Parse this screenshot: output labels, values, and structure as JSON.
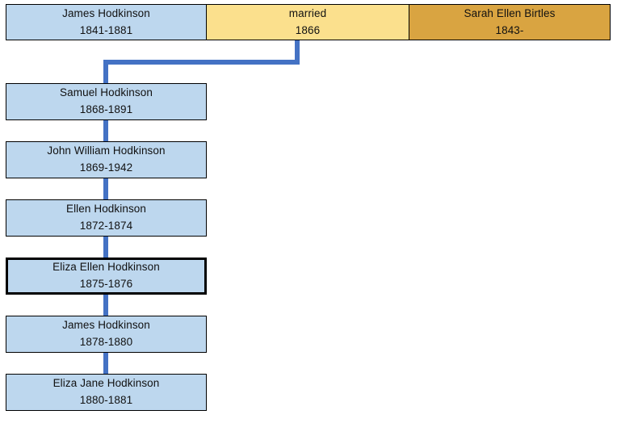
{
  "chart": {
    "type": "genealogy-family-tree",
    "surname_family": "Hodkinson",
    "focus_person": "Eliza Ellen Hodkinson",
    "colors": {
      "person_blue": "#BDD7EE",
      "marriage_yellow": "#FBE08D",
      "spouse_orange": "#D9A441",
      "connector_blue": "#4472C4",
      "border_black": "#000000"
    }
  },
  "marriage_row": {
    "husband": {
      "name": "James Hodkinson",
      "dates": "1841-1881"
    },
    "marriage": {
      "label": "married",
      "year": "1866"
    },
    "wife": {
      "name": "Sarah Ellen Birtles",
      "dates": "1843-"
    }
  },
  "children": [
    {
      "name": "Samuel Hodkinson",
      "dates": "1868-1891",
      "focus": false
    },
    {
      "name": "John William Hodkinson",
      "dates": "1869-1942",
      "focus": false
    },
    {
      "name": "Ellen Hodkinson",
      "dates": "1872-1874",
      "focus": false
    },
    {
      "name": "Eliza Ellen Hodkinson",
      "dates": "1875-1876",
      "focus": true
    },
    {
      "name": "James Hodkinson",
      "dates": "1878-1880",
      "focus": false
    },
    {
      "name": "Eliza Jane Hodkinson",
      "dates": "1880-1881",
      "focus": false
    }
  ]
}
